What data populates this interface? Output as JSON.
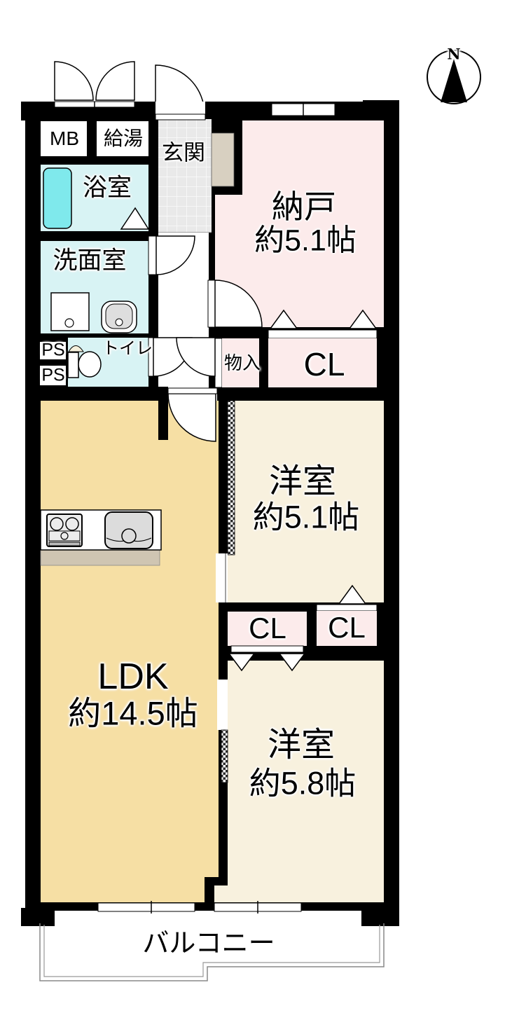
{
  "compass": {
    "north_label": "N"
  },
  "rooms": {
    "mb": {
      "label": "MB"
    },
    "water_heater": {
      "label": "給湯"
    },
    "entrance": {
      "label": "玄関"
    },
    "storage_room": {
      "name": "納戸",
      "size": "約5.1帖"
    },
    "bathroom": {
      "label": "浴室"
    },
    "washroom": {
      "label": "洗面室"
    },
    "pipe_space_1": {
      "label": "PS"
    },
    "pipe_space_2": {
      "label": "PS"
    },
    "toilet": {
      "label": "トイレ"
    },
    "hall_storage": {
      "label": "物入"
    },
    "hall_closet": {
      "label": "CL"
    },
    "western_room_1": {
      "name": "洋室",
      "size": "約5.1帖"
    },
    "closet_left": {
      "label": "CL"
    },
    "closet_right": {
      "label": "CL"
    },
    "ldk": {
      "name": "LDK",
      "size": "約14.5帖"
    },
    "western_room_2": {
      "name": "洋室",
      "size": "約5.8帖"
    },
    "balcony": {
      "label": "バルコニー"
    }
  },
  "colors": {
    "wall": "#000000",
    "storage_pink": "#fcebeb",
    "western_cream": "#f8f1de",
    "ldk_tan": "#f6dfa4",
    "wet_area_cyan": "#d8f3f4",
    "bathtub_cyan": "#7fe9ec",
    "entrance_tile_gray": "#e9e9e9",
    "entrance_step_tan": "#d8d0c1",
    "counter_edge_tan": "#cfc5b2"
  }
}
